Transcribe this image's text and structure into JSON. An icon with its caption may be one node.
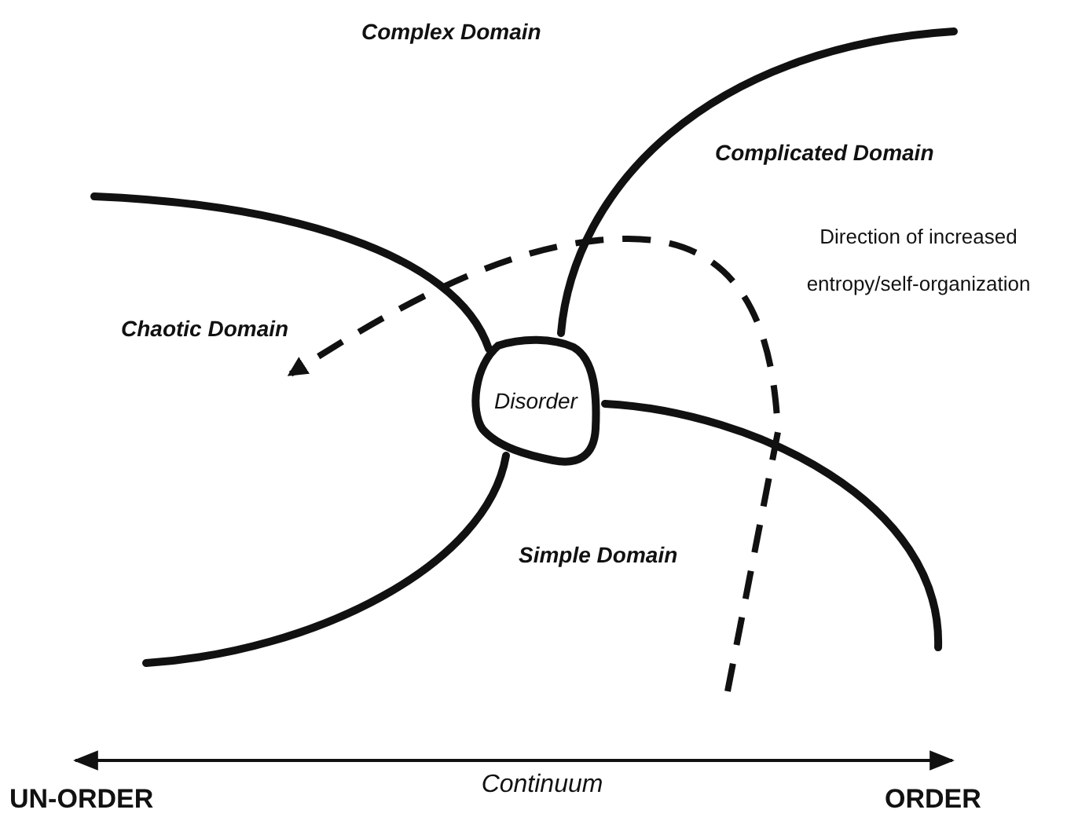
{
  "diagram": {
    "nodes": [
      {
        "text": [
          "Disorder"
        ]
      }
    ],
    "labels": [
      "Complex Domain",
      "Complicated Domain",
      "Direction of increased entropy/self-organization",
      "Chaotic Domain",
      "Simple Domain",
      "Continuum",
      "UN-ORDER",
      "ORDER"
    ]
  }
}
